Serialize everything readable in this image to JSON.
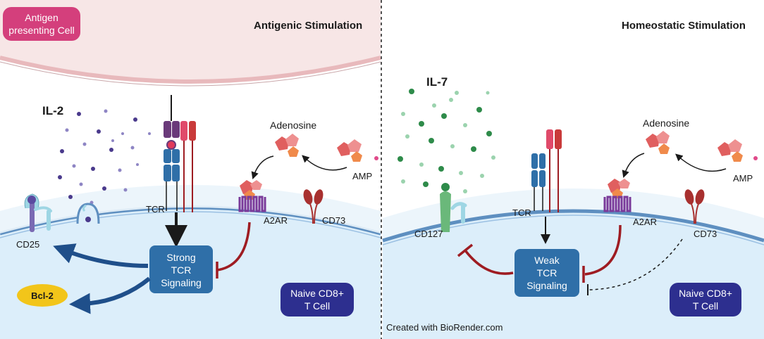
{
  "left_panel": {
    "title": "Antigenic Stimulation",
    "apc_line1": "Antigen",
    "apc_line2": "presenting Cell",
    "il_label": "IL-2",
    "adenosine": "Adenosine",
    "amp": "AMP",
    "tcr": "TCR",
    "a2ar": "A2AR",
    "cd73": "CD73",
    "cd25": "CD25",
    "bcl2": "Bcl-2",
    "signal_line1": "Strong",
    "signal_line2": "TCR",
    "signal_line3": "Signaling",
    "cell_line1": "Naive CD8+",
    "cell_line2": "T Cell"
  },
  "right_panel": {
    "title": "Homeostatic Stimulation",
    "il_label": "IL-7",
    "adenosine": "Adenosine",
    "amp": "AMP",
    "tcr": "TCR",
    "a2ar": "A2AR",
    "cd73": "CD73",
    "cd127": "CD127",
    "signal_line1": "Weak",
    "signal_line2": "TCR",
    "signal_line3": "Signaling",
    "cell_line1": "Naive CD8+",
    "cell_line2": "T Cell",
    "credit": "Created with BioRender.com"
  },
  "colors": {
    "apc_fill": "#f7e6e6",
    "cell_fill": "#dceefa",
    "membrane": "#5e8fc0",
    "signal_box": "#2f6fa8",
    "cell_badge": "#2d2f8f",
    "apc_badge": "#d43f7c",
    "inhibit": "#9e1c22",
    "activate": "#1f4f8a",
    "il2_dot": "#4a3a8c",
    "il7_dot": "#2e8b4a",
    "adenosine_red": "#e05f5f",
    "adenosine_orange": "#f08a4b",
    "bcl2": "#f2c51a"
  }
}
